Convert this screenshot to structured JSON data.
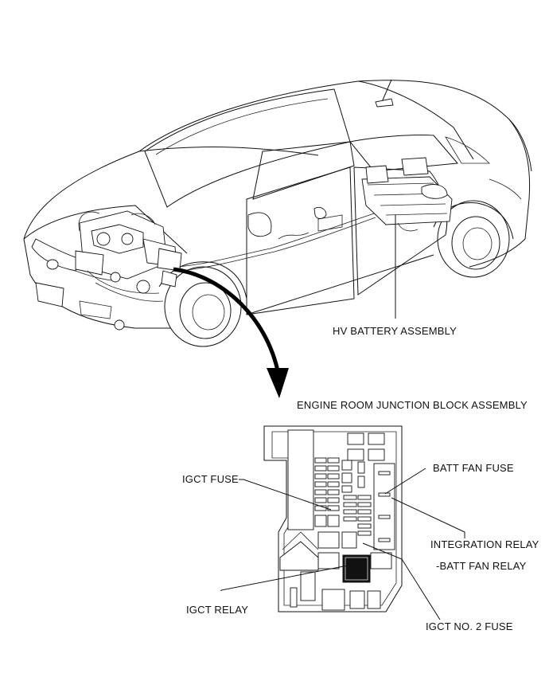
{
  "labels": {
    "hv_battery": "HV BATTERY ASSEMBLY",
    "junction_block": "ENGINE ROOM JUNCTION BLOCK ASSEMBLY",
    "igct_fuse": "IGCT FUSE",
    "batt_fan_fuse": "BATT FAN FUSE",
    "integration_relay": "INTEGRATION RELAY",
    "batt_fan_relay": "-BATT FAN RELAY",
    "igct_relay": "IGCT RELAY",
    "igct_no2_fuse": "IGCT NO. 2 FUSE"
  },
  "icons": {
    "vehicle": "car-illustration",
    "junction_block": "junction-block-illustration",
    "pointer": "curved-arrow"
  }
}
